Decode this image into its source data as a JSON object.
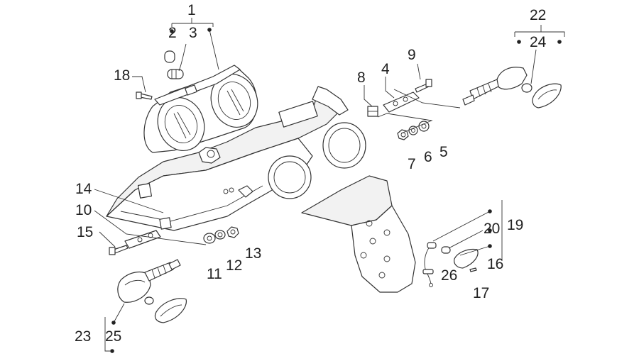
{
  "callouts": [
    {
      "key": "c1",
      "label": "1"
    },
    {
      "key": "c2",
      "label": "2"
    },
    {
      "key": "c3",
      "label": "3"
    },
    {
      "key": "c4",
      "label": "4"
    },
    {
      "key": "c5",
      "label": "5"
    },
    {
      "key": "c6",
      "label": "6"
    },
    {
      "key": "c7",
      "label": "7"
    },
    {
      "key": "c8",
      "label": "8"
    },
    {
      "key": "c9",
      "label": "9"
    },
    {
      "key": "c10",
      "label": "10"
    },
    {
      "key": "c11",
      "label": "11"
    },
    {
      "key": "c12",
      "label": "12"
    },
    {
      "key": "c13",
      "label": "13"
    },
    {
      "key": "c14",
      "label": "14"
    },
    {
      "key": "c15",
      "label": "15"
    },
    {
      "key": "c16",
      "label": "16"
    },
    {
      "key": "c17",
      "label": "17"
    },
    {
      "key": "c18",
      "label": "18"
    },
    {
      "key": "c19",
      "label": "19"
    },
    {
      "key": "c20",
      "label": "20"
    },
    {
      "key": "c22",
      "label": "22"
    },
    {
      "key": "c23",
      "label": "23"
    },
    {
      "key": "c24",
      "label": "24"
    },
    {
      "key": "c25",
      "label": "25"
    },
    {
      "key": "c26",
      "label": "26"
    }
  ],
  "colors": {
    "line": "#333333",
    "background": "#ffffff"
  }
}
